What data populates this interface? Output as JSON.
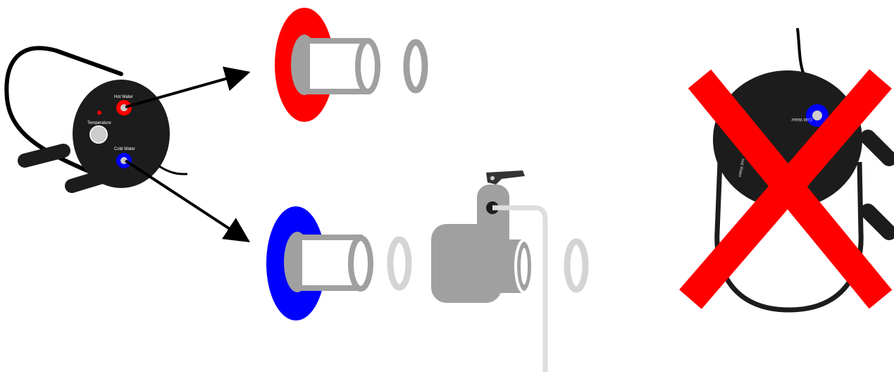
{
  "heater": {
    "hot_label": "Hot Water",
    "temp_label": "Temperature",
    "cold_label": "Cold Water"
  },
  "colors": {
    "hot": "#ff0000",
    "cold": "#0000ff",
    "fitting": "#a0a0a0",
    "washer_light": "#d4d4d4",
    "body": "#1c1c1c",
    "cross": "#ff0000"
  },
  "icons": {
    "heater": "water-heater-icon",
    "hot_assembly": "hot-water-fitting-icon",
    "cold_assembly": "cold-water-valve-icon",
    "wrong": "red-cross-icon"
  }
}
